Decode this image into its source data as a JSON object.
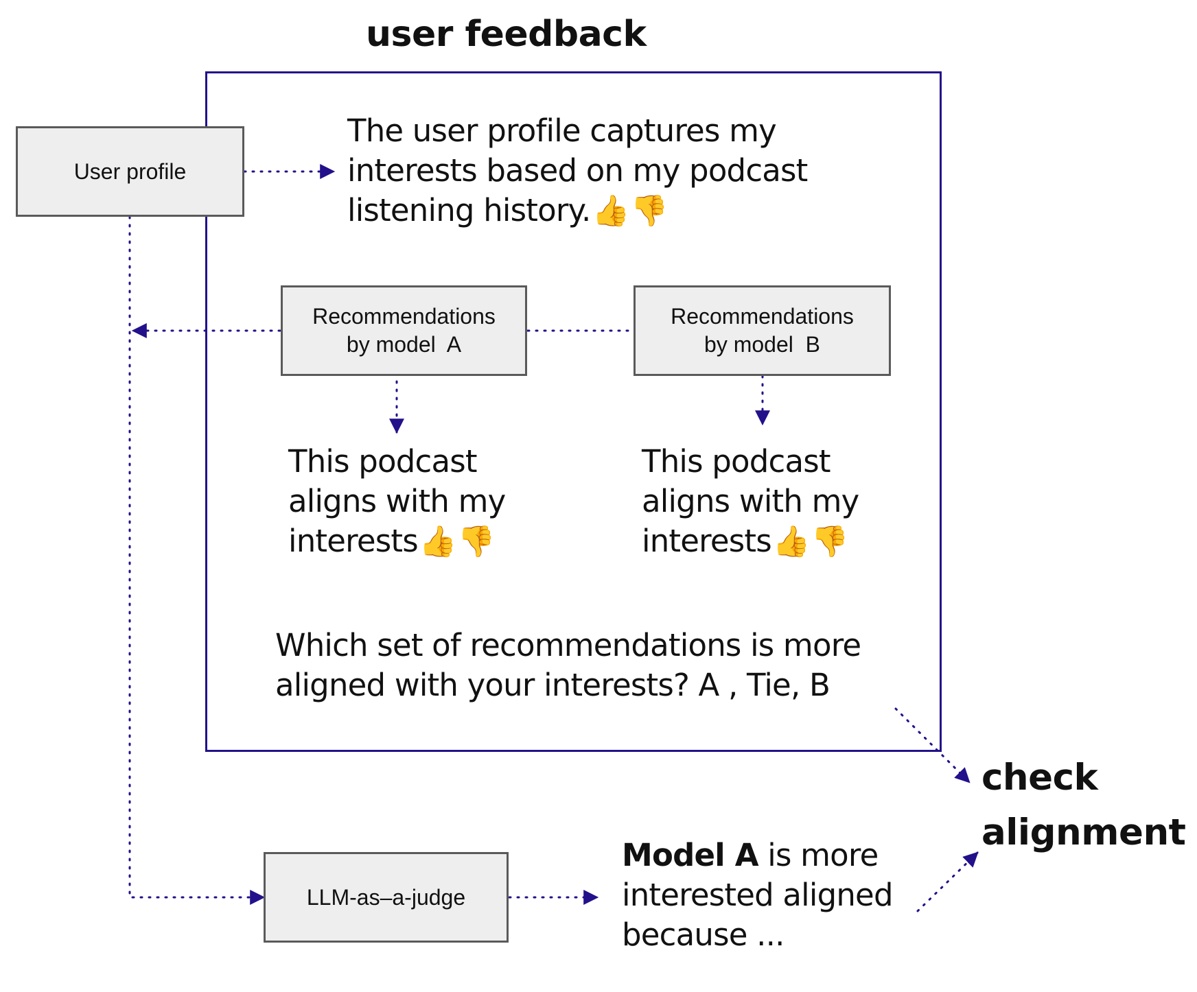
{
  "title": "user feedback",
  "user_profile_box": "User profile",
  "profile_statement": {
    "lines": [
      "The user profile captures my",
      "interests based on my podcast",
      "listening history."
    ],
    "reactions": [
      "👍",
      "👎"
    ]
  },
  "model_a_box": {
    "line1": "Recommendations",
    "line2": "by model  A"
  },
  "model_b_box": {
    "line1": "Recommendations",
    "line2": "by model  B"
  },
  "podcast_statement_a": {
    "lines": [
      "This podcast",
      "aligns with my",
      "interests"
    ],
    "reactions": [
      "👍",
      "👎"
    ]
  },
  "podcast_statement_b": {
    "lines": [
      "This podcast",
      "aligns with my",
      "interests"
    ],
    "reactions": [
      "👍",
      "👎"
    ]
  },
  "comparison_question": {
    "lines": [
      "Which set of recommendations is more",
      "aligned with your interests? A , Tie, B"
    ]
  },
  "judge_box": "LLM-as–a-judge",
  "judge_output": {
    "bold_prefix": "Model A",
    "line1_rest": " is more",
    "line2": "interested aligned",
    "line3": "because ..."
  },
  "check_alignment": {
    "line1": "check",
    "line2": "alignment"
  },
  "colors": {
    "frame": "#22118a",
    "connector": "#22118a",
    "box_fill": "#eeeeee",
    "box_border": "#5a5a5a"
  }
}
